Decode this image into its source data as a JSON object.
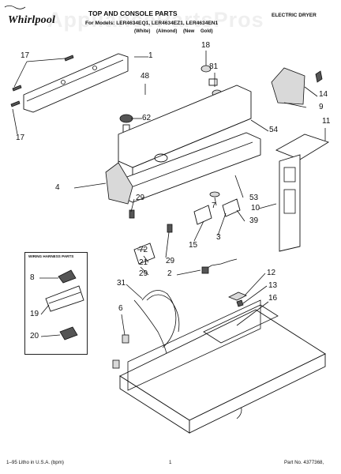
{
  "header": {
    "brand": "Whirlpool",
    "title": "TOP AND CONSOLE PARTS",
    "subtitle": "For Models: LER4634EQ1, LER4634EZ1, LER4634EN1",
    "colors": "(White)   (Almond)   (New Gold)",
    "doc_type": "ELECTRIC DRYER",
    "watermark": "AppliancePartsPros"
  },
  "callouts": [
    "1",
    "17",
    "17",
    "18",
    "48",
    "81",
    "14",
    "62",
    "9",
    "54",
    "11",
    "4",
    "29",
    "53",
    "7",
    "10",
    "39",
    "72",
    "15",
    "3",
    "21",
    "29",
    "29",
    "2",
    "31",
    "12",
    "13",
    "16",
    "6",
    "8",
    "19",
    "20"
  ],
  "wiring_box": {
    "title": "WIRING HARNESS PARTS"
  },
  "footer": {
    "left": "1–95 Litho in U.S.A. (bpm)",
    "center": "1",
    "right": "Part No. 4377368,"
  }
}
